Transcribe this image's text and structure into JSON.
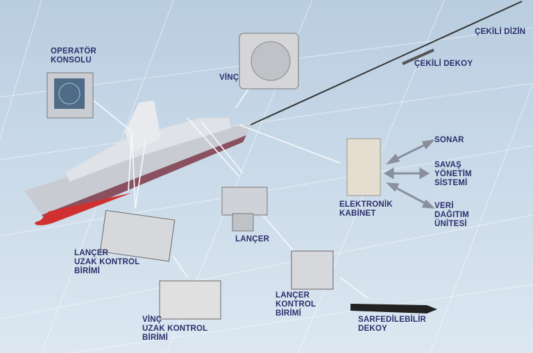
{
  "labels": {
    "operator_console": [
      "OPERATÖR",
      "KONSOLU"
    ],
    "winch": "VİNÇ",
    "towed_array": "ÇEKİLİ DİZİN",
    "towed_decoy": "ÇEKİLİ DEKOY",
    "sonar": "SONAR",
    "combat_management": [
      "SAVAŞ",
      "YÖNETİM",
      "SİSTEMİ"
    ],
    "data_distribution": [
      "VERİ",
      "DAĞITIM",
      "ÜNİTESİ"
    ],
    "electronic_cabinet": [
      "ELEKTRONİK",
      "KABİNET"
    ],
    "launcher": "LANÇER",
    "launcher_remote_control": [
      "LANÇER",
      "UZAK KONTROL",
      "BİRİMİ"
    ],
    "winch_remote_control": [
      "VİNÇ",
      "UZAK KONTROL",
      "BİRİMİ"
    ],
    "launcher_control": [
      "LANÇER",
      "KONTROL",
      "BİRİMİ"
    ],
    "expendable_decoy": [
      "SARFEDİLEBİLİR",
      "DEKOY"
    ]
  },
  "colors": {
    "label": "#2b2f6b",
    "hull": "#d7dade",
    "keel": "#d03030",
    "arrow": "#8a8f9c"
  }
}
